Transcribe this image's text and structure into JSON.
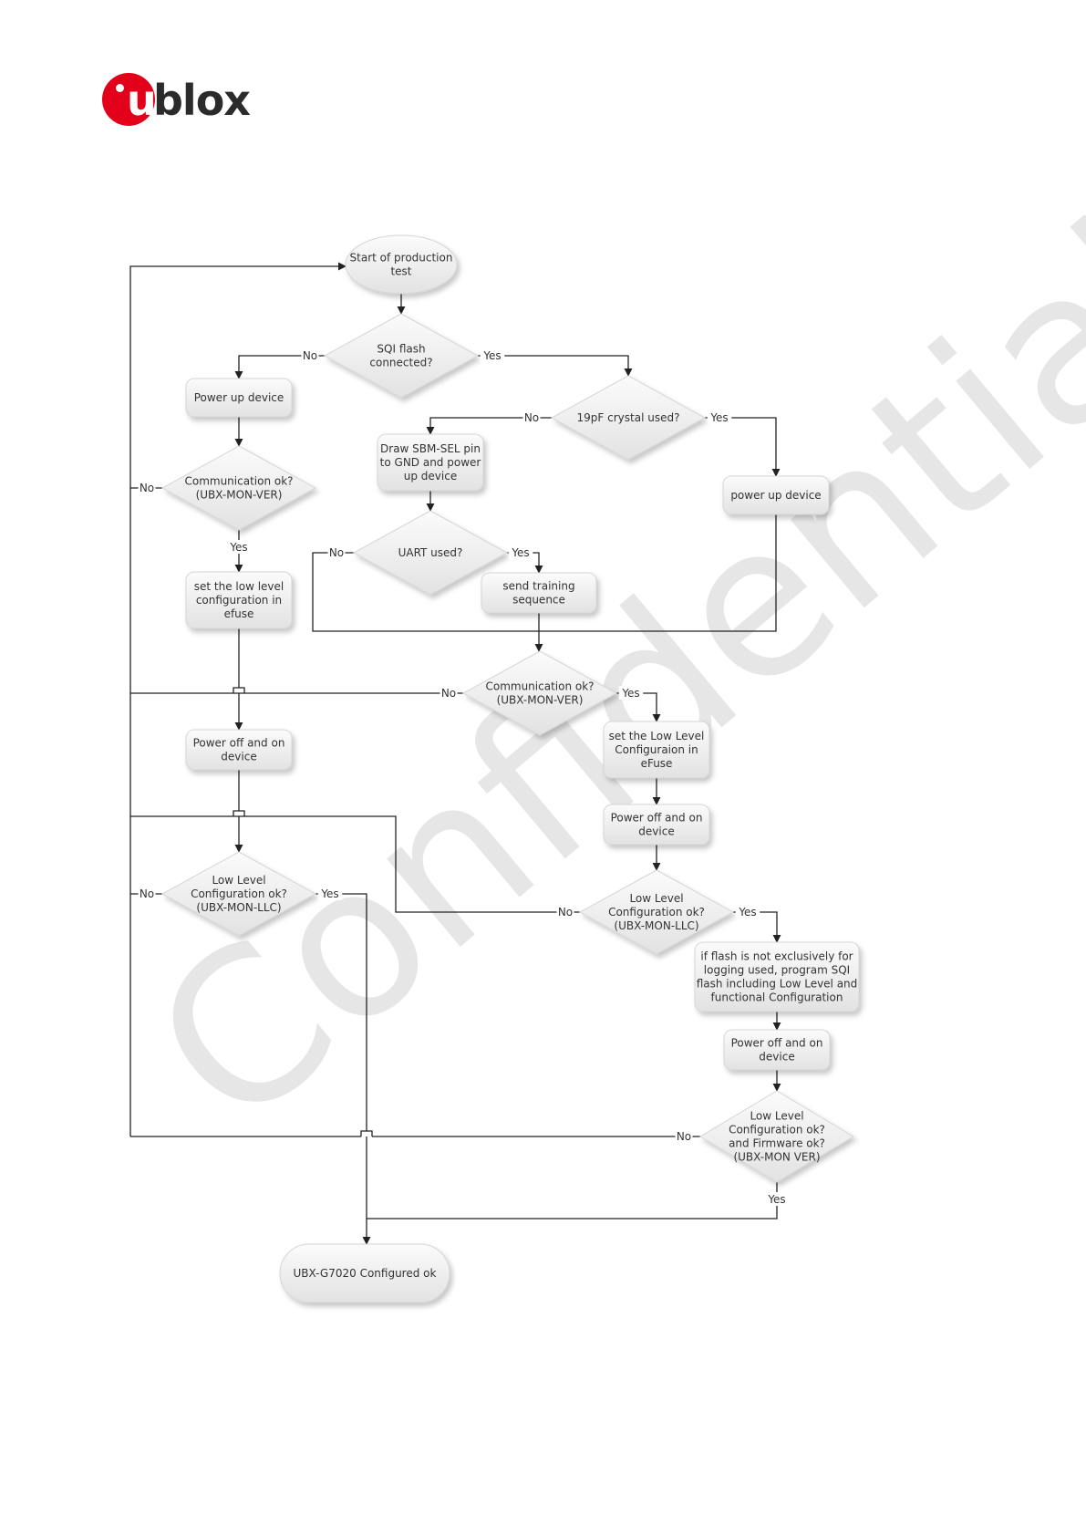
{
  "logo": {
    "text_u": "u",
    "text_rest": "blox"
  },
  "watermark": "Confidential",
  "nodes": {
    "start": [
      "Start of production",
      "test"
    ],
    "sqi": [
      "SQI flash",
      "connected?"
    ],
    "power_up_left": [
      "Power up device"
    ],
    "comm_left": [
      "Communication ok?",
      "(UBX-MON-VER)"
    ],
    "set_low_left": [
      "set the low level",
      "configuration in",
      "efuse"
    ],
    "poweroff_left": [
      "Power off and on",
      "device"
    ],
    "llc_left": [
      "Low Level",
      "Configuration ok?",
      "(UBX-MON-LLC)"
    ],
    "crystal": [
      "19pF crystal used?"
    ],
    "draw_sbm": [
      "Draw SBM-SEL pin",
      "to GND and power",
      "up device"
    ],
    "uart": [
      "UART used?"
    ],
    "training": [
      "send training",
      "sequence"
    ],
    "power_up_right": [
      "power up device"
    ],
    "comm_mid": [
      "Communication ok?",
      "(UBX-MON-VER)"
    ],
    "set_low_mid": [
      "set the Low Level",
      "Configuraion in",
      "eFuse"
    ],
    "poweroff_mid": [
      "Power off and on",
      "device"
    ],
    "llc_mid": [
      "Low Level",
      "Configuration ok?",
      "(UBX-MON-LLC)"
    ],
    "flash_prog": [
      "if flash is not exclusively for",
      "logging used, program SQI",
      "flash including Low Level and",
      "functional Configuration"
    ],
    "poweroff_right": [
      "Power off and on",
      "device"
    ],
    "llc_fw": [
      "Low Level",
      "Configuration ok?",
      "and Firmware ok?",
      "(UBX-MON VER)"
    ],
    "end": [
      "UBX-G7020 Configured ok"
    ]
  },
  "edge_labels": {
    "no": "No",
    "yes": "Yes"
  }
}
